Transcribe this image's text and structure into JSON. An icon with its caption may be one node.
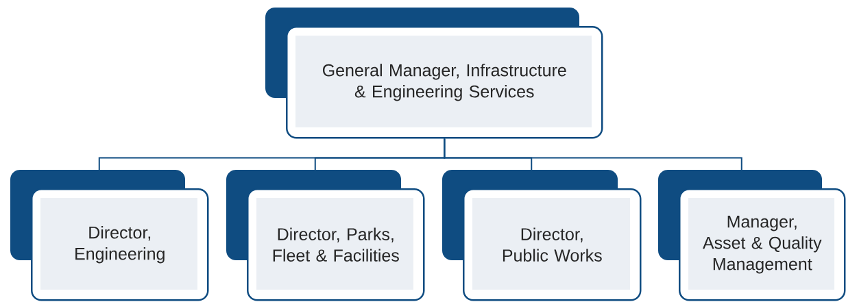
{
  "diagram": {
    "nodes": [
      {
        "text": [
          "General Manager, Infrastructure & Engineering Services"
        ]
      },
      {
        "text": [
          "Director, Engineering"
        ]
      },
      {
        "text": [
          "Director, Parks, Fleet & Facilities"
        ]
      },
      {
        "text": [
          "Director, Public Works"
        ]
      },
      {
        "text": [
          "Manager, Asset & Quality Management"
        ]
      }
    ],
    "edges": [
      {
        "from": 0,
        "to": 1,
        "arrow": "none"
      },
      {
        "from": 0,
        "to": 2,
        "arrow": "none"
      },
      {
        "from": 0,
        "to": 3,
        "arrow": "none"
      },
      {
        "from": 0,
        "to": 4,
        "arrow": "none"
      }
    ]
  }
}
